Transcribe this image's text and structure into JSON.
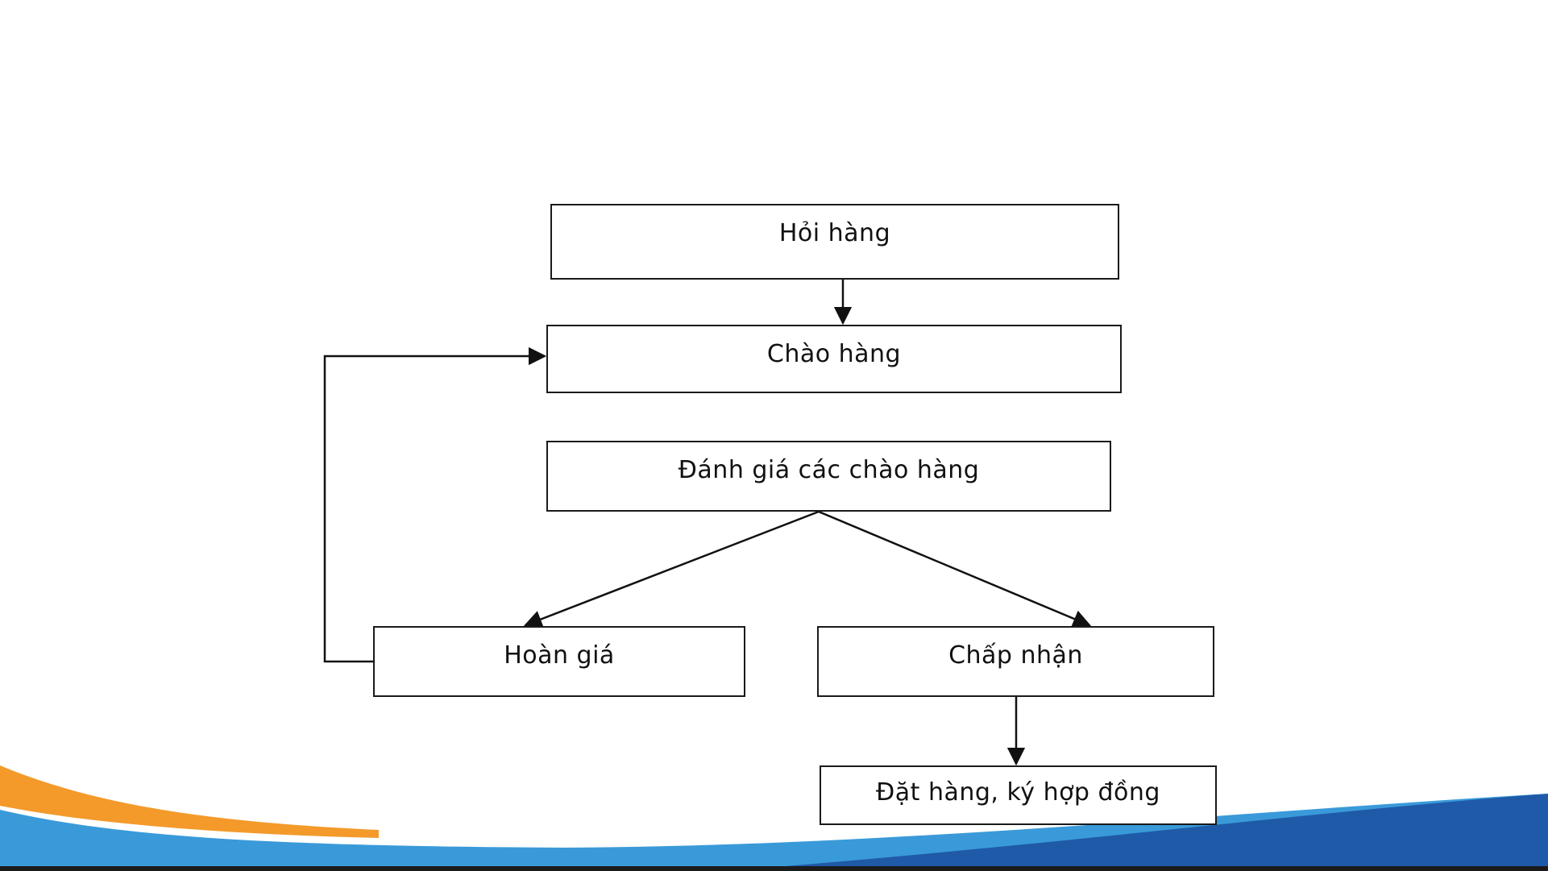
{
  "colors": {
    "orange_wave": "#f39a2b",
    "light_blue_wave": "#3a9ad9",
    "dark_blue_wave": "#1f5aa8",
    "box_border": "#1a1a1a",
    "text": "#111111"
  },
  "diagram": {
    "nodes": {
      "hoi_hang": "Hỏi hàng",
      "chao_hang": "Chào hàng",
      "danh_gia": "Đánh giá các chào hàng",
      "hoan_gia": "Hoàn giá",
      "chap_nhan": "Chấp nhận",
      "dat_hang": "Đặt hàng, ký hợp đồng"
    }
  }
}
